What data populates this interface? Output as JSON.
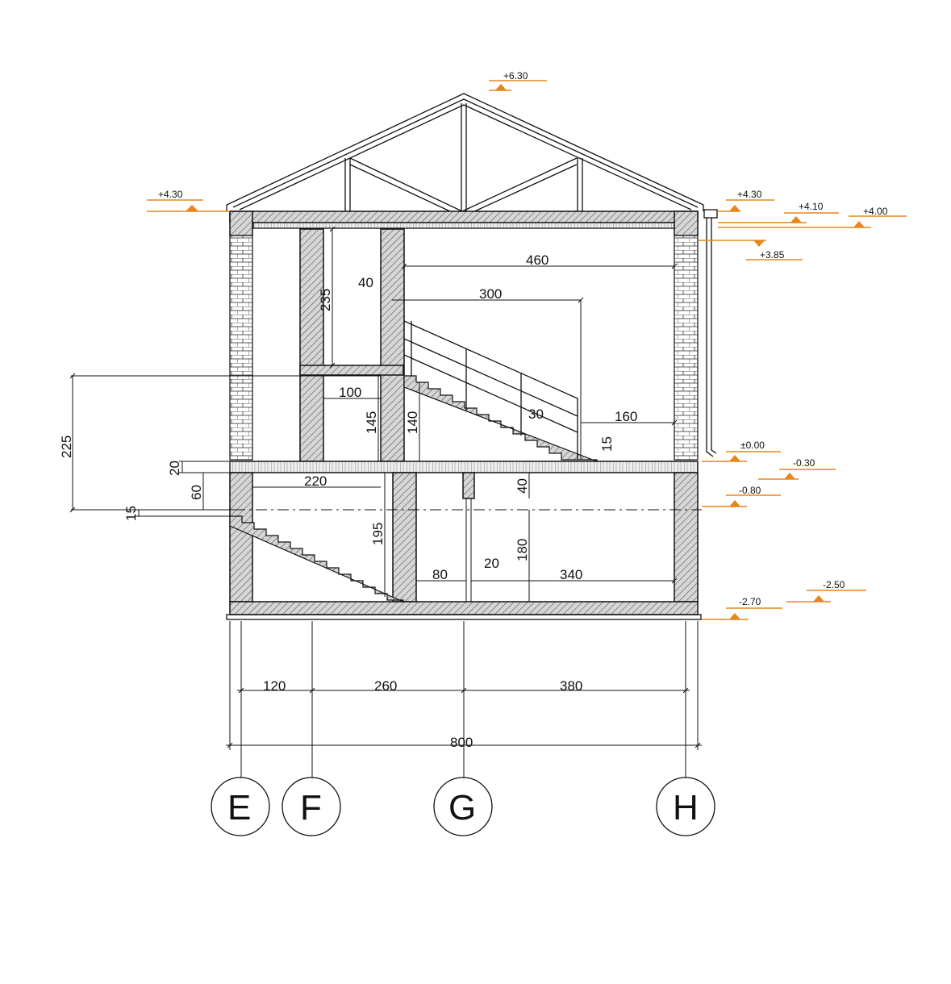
{
  "drawing": {
    "colors": {
      "line": "#111111",
      "level_marker": "#e8861c",
      "hatch": "#555555",
      "background": "#ffffff"
    }
  },
  "levels": {
    "ridge": "+6.30",
    "eave_left": "+4.30",
    "eave_right": "+4.30",
    "gutter_top": "+4.10",
    "gutter": "+4.00",
    "ceiling": "+3.85",
    "floor": "±0.00",
    "ground": "-0.30",
    "basement_ceiling": "-0.80",
    "basement_floor": "-2.70",
    "foundation": "-2.50"
  },
  "dimensions": {
    "d460": "460",
    "d40_top": "40",
    "d300": "300",
    "d235": "235",
    "d100": "100",
    "d145": "145",
    "d140": "140",
    "d30": "30",
    "d160": "160",
    "d15_right": "15",
    "d225": "225",
    "d20_left": "20",
    "d60": "60",
    "d15_left": "15",
    "d220": "220",
    "d195": "195",
    "d40_mid": "40",
    "d180": "180",
    "d20_door": "20",
    "d80": "80",
    "d340": "340",
    "d120": "120",
    "d260": "260",
    "d380": "380",
    "d800": "800"
  },
  "axes": {
    "e": "E",
    "f": "F",
    "g": "G",
    "h": "H"
  }
}
